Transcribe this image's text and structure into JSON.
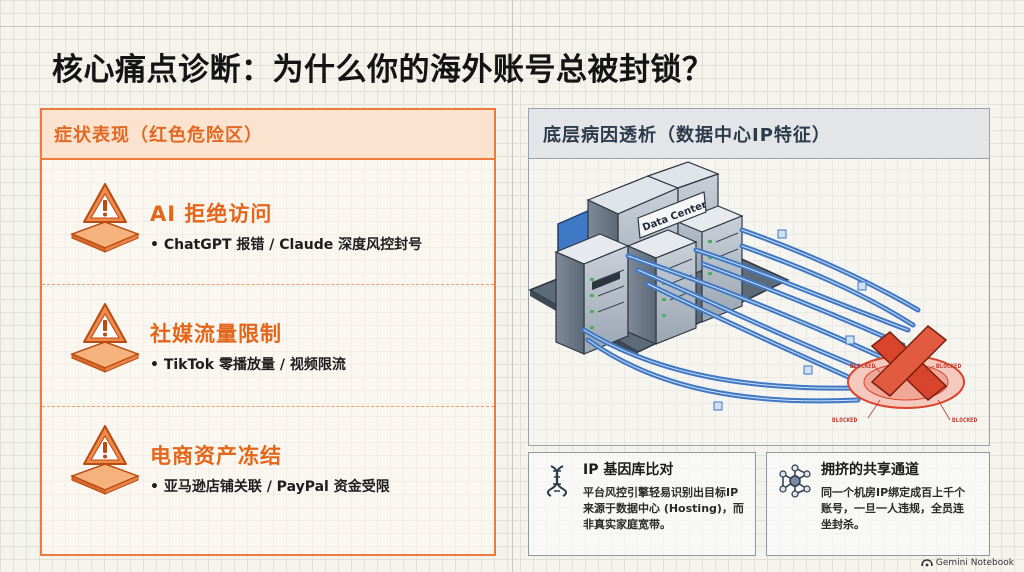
{
  "page": {
    "title": "核心痛点诊断：为什么你的海外账号总被封锁？"
  },
  "left": {
    "header": "症状表现（红色危险区）",
    "items": [
      {
        "title": "AI 拒绝访问",
        "desc": "• ChatGPT 报错 / Claude 深度风控封号"
      },
      {
        "title": "社媒流量限制",
        "desc": "• TikTok 零播放量 / 视频限流"
      },
      {
        "title": "电商资产冻结",
        "desc": "• 亚马逊店铺关联 / PayPal 资金受限"
      }
    ]
  },
  "right": {
    "header": "底层病因透析（数据中心IP特征）",
    "illustration": {
      "server_label": "Data Center",
      "block_labels": [
        "BLOCKED",
        "BLOCKED",
        "BLOCKED",
        "BLOCKED"
      ],
      "icon": "cross-icon"
    }
  },
  "cards": [
    {
      "icon": "dna-icon",
      "title": "IP 基因库比对",
      "desc": "平台风控引擎轻易识别出目标IP来源于数据中心 (Hosting)，而非真实家庭宽带。"
    },
    {
      "icon": "network-icon",
      "title": "拥挤的共享通道",
      "desc": "同一个机房IP绑定成百上千个账号，一旦一人违规，全员连坐封杀。"
    }
  ],
  "footer": {
    "brand": "Gemini Notebook"
  },
  "colors": {
    "accent": "#ed7b3c",
    "accent_text": "#e4661b",
    "header_orange": "#fbe3d0",
    "blue": "#3f78c4",
    "red": "#d9442c"
  }
}
